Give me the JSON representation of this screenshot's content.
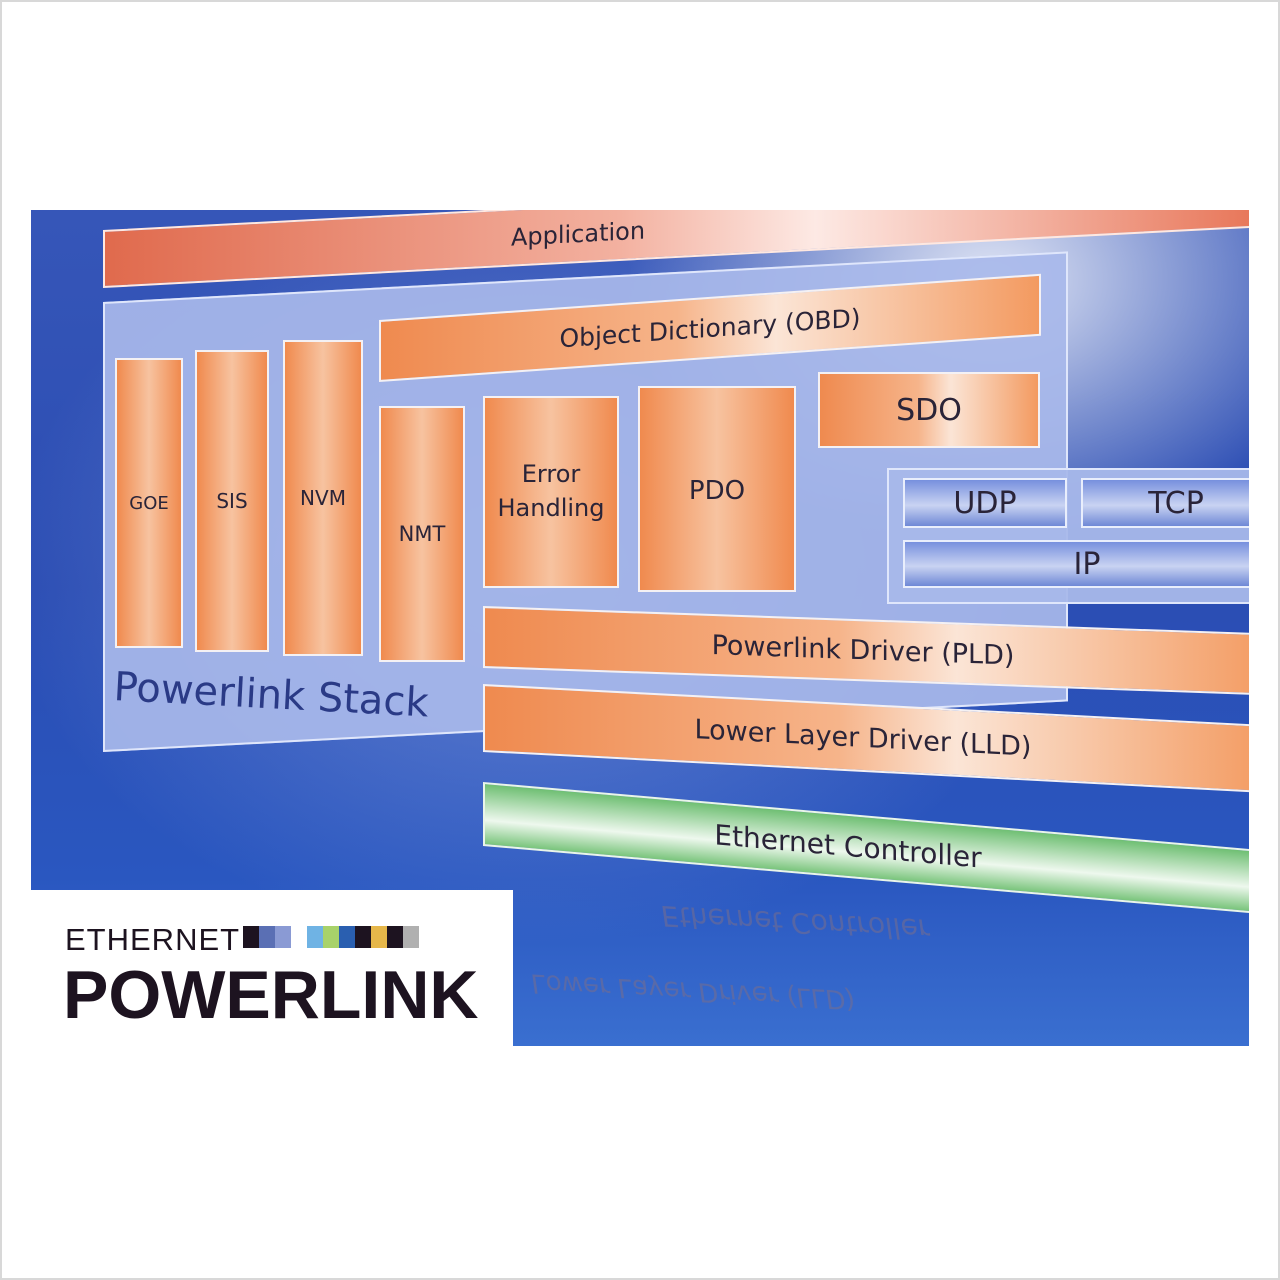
{
  "diagram": {
    "application": "Application",
    "obd": "Object Dictionary (OBD)",
    "goe": "GOE",
    "sis": "SIS",
    "nvm": "NVM",
    "nmt": "NMT",
    "error_handling": "Error Handling",
    "pdo": "PDO",
    "sdo": "SDO",
    "udp": "UDP",
    "tcp": "TCP",
    "ip": "IP",
    "pld": "Powerlink Driver (PLD)",
    "lld": "Lower Layer Driver (LLD)",
    "stack_label": "Powerlink Stack",
    "ethernet_controller": "Ethernet Controller",
    "reflection_ethernet": "Ethernet Controller",
    "reflection_lld": "Lower Layer Driver (LLD)"
  },
  "logo": {
    "top": "ETHERNET",
    "main": "POWERLINK",
    "swatch_colors": [
      "#1d1320",
      "#5a6fb4",
      "#8a9ad4",
      "#ffffff",
      "#6fb3e4",
      "#a8d26a",
      "#2a5fb0",
      "#1d1320",
      "#e6b74a",
      "#1d1320",
      "#b0b0b0"
    ]
  },
  "colors": {
    "panel_blue": "#2b4db3",
    "block_orange": "#f08a4e",
    "block_green": "#6fbf73",
    "block_blue": "#7790de"
  }
}
